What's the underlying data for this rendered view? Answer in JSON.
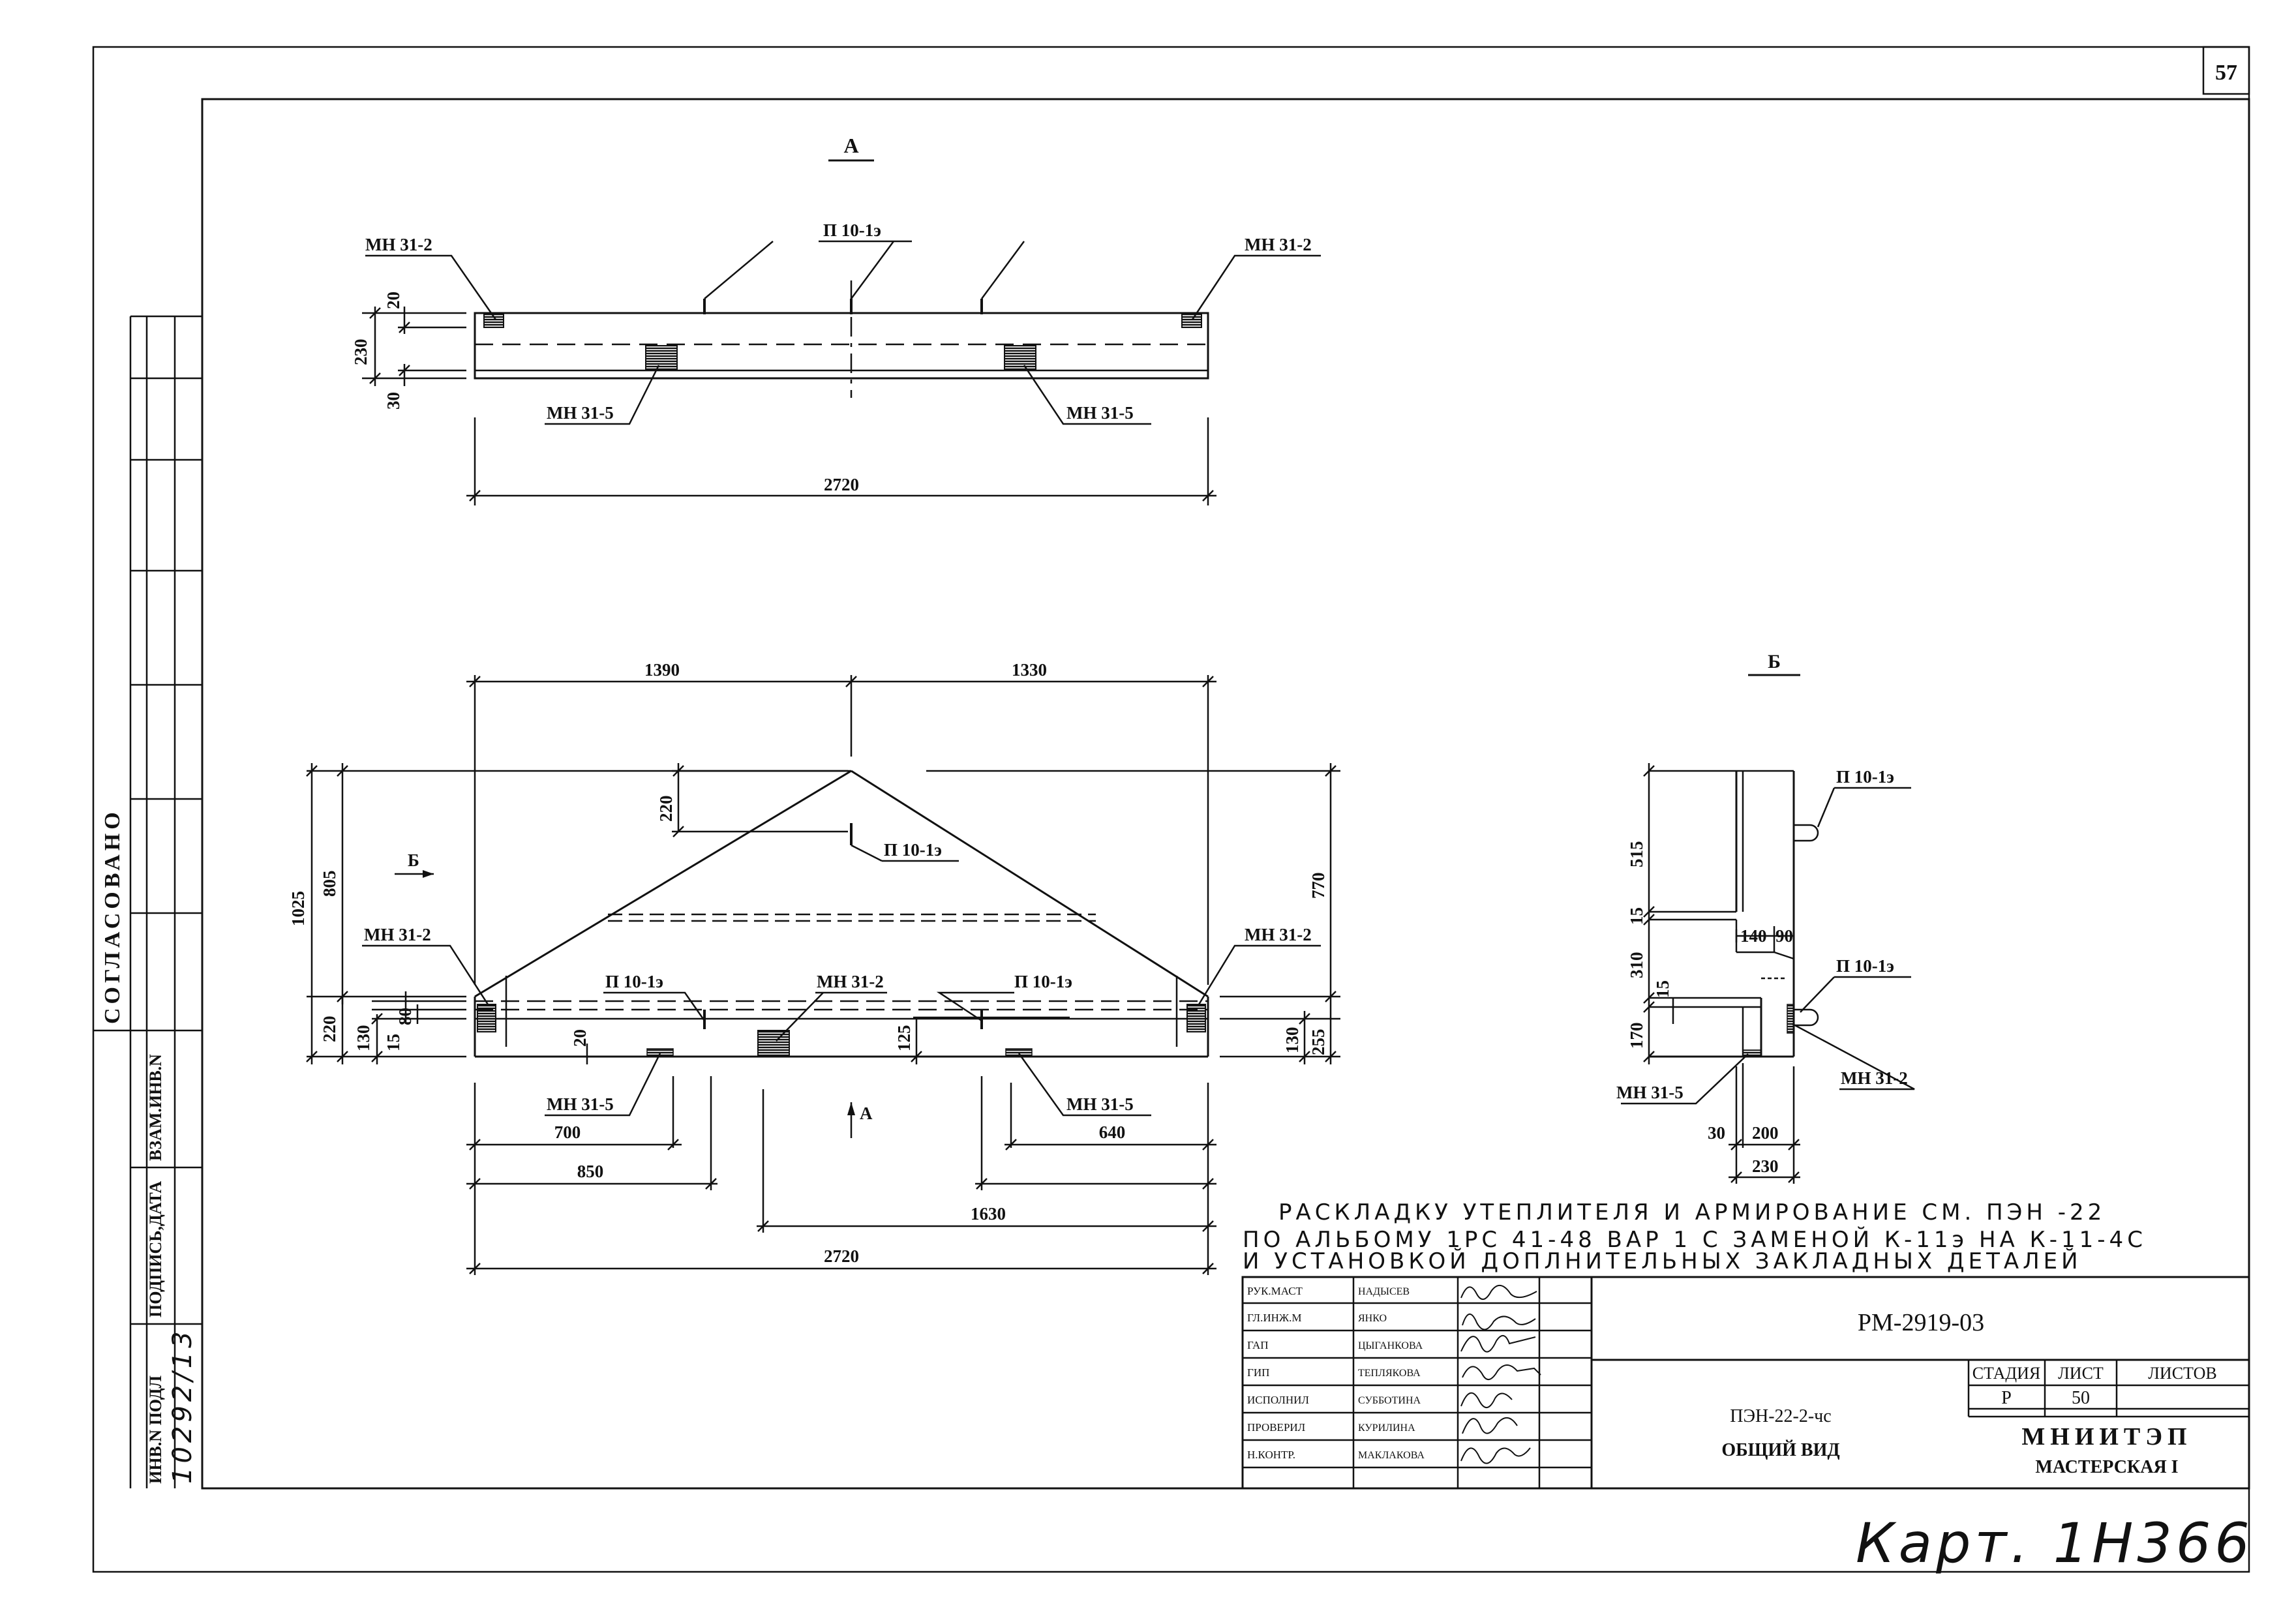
{
  "sheet_corner_number": "57",
  "side_column": {
    "approved": "СОГЛАСОВАНО",
    "swap_inv": "ВЗАМ.ИНВ.N",
    "sign_date": "ПОДПИСЬ,ДАТА",
    "inv_orig": "ИНВ.N ПОДЛ",
    "inv_number": "10292/13"
  },
  "view_a": {
    "title": "А",
    "label_mh312_left": "МН 31-2",
    "label_mh312_right": "МН 31-2",
    "label_p101": "П 10-1э",
    "label_mh315_left": "МН 31-5",
    "label_mh315_right": "МН 31-5",
    "dim_20": "20",
    "dim_230": "230",
    "dim_30": "30",
    "dim_total": "2720"
  },
  "elevation": {
    "dim_1390": "1390",
    "dim_1330": "1330",
    "dim_1025": "1025",
    "dim_805": "805",
    "dim_220_left": "220",
    "dim_220_top": "220",
    "dim_130_left": "130",
    "dim_15": "15",
    "dim_80": "80",
    "dim_20": "20",
    "dim_125": "125",
    "dim_770": "770",
    "dim_255": "255",
    "dim_130_right": "130",
    "dim_700": "700",
    "dim_850": "850",
    "dim_640": "640",
    "dim_1630": "1630",
    "dim_2720": "2720",
    "arrow_b": "Б",
    "arrow_a": "А",
    "label_p101_top": "П 10-1э",
    "label_p101_left": "П 10-1э",
    "label_p101_right": "П 10-1э",
    "label_mh312_left": "МН 31-2",
    "label_mh312_center": "МН 31-2",
    "label_mh312_right": "МН 31-2",
    "label_mh315_left": "МН 31-5",
    "label_mh315_right": "МН 31-5"
  },
  "section_b": {
    "title": "Б",
    "dim_515": "515",
    "dim_15a": "15",
    "dim_310": "310",
    "dim_15b": "15",
    "dim_170": "170",
    "dim_140": "140",
    "dim_90": "90",
    "dim_30": "30",
    "dim_200": "200",
    "dim_230": "230",
    "label_p101_top": "П 10-1э",
    "label_p101_mid": "П 10-1э",
    "label_mh312": "МН 31-2",
    "label_mh315": "МН 31-5"
  },
  "note": {
    "line1": "РАСКЛАДКУ УТЕПЛИТЕЛЯ И АРМИРОВАНИЕ СМ. ПЭН -22",
    "line2": "ПО АЛЬБОМУ 1РС 41-48 ВАР 1 С ЗАМЕНОЙ К-11э НА К-11-4С",
    "line3": "И УСТАНОВКОЙ ДОПЛНИТЕЛЬНЫХ ЗАКЛАДНЫХ ДЕТАЛЕЙ"
  },
  "title_block": {
    "roles": [
      "РУК.МАСТ",
      "ГЛ.ИНЖ.М",
      "ГАП",
      "ГИП",
      "ИСПОЛНИЛ",
      "ПРОВЕРИЛ",
      "Н.КОНТР."
    ],
    "names": [
      "НАДЫСЕВ",
      "ЯНКО",
      "ЦЫГАНКОВА",
      "ТЕПЛЯКОВА",
      "СУББОТИНА",
      "КУРИЛИНА",
      "МАКЛАКОВА"
    ],
    "doc_code": "РМ-2919-03",
    "product": "ПЭН-22-2-чс",
    "view_name": "ОБЩИЙ ВИД",
    "stage_header": "СТАДИЯ",
    "sheet_header": "ЛИСТ",
    "sheets_header": "ЛИСТОВ",
    "stage": "Р",
    "sheet": "50",
    "sheets": "",
    "org": "МНИИТЭП",
    "workshop": "МАСТЕРСКАЯ I"
  },
  "card_note": "Карт. 1Н366"
}
